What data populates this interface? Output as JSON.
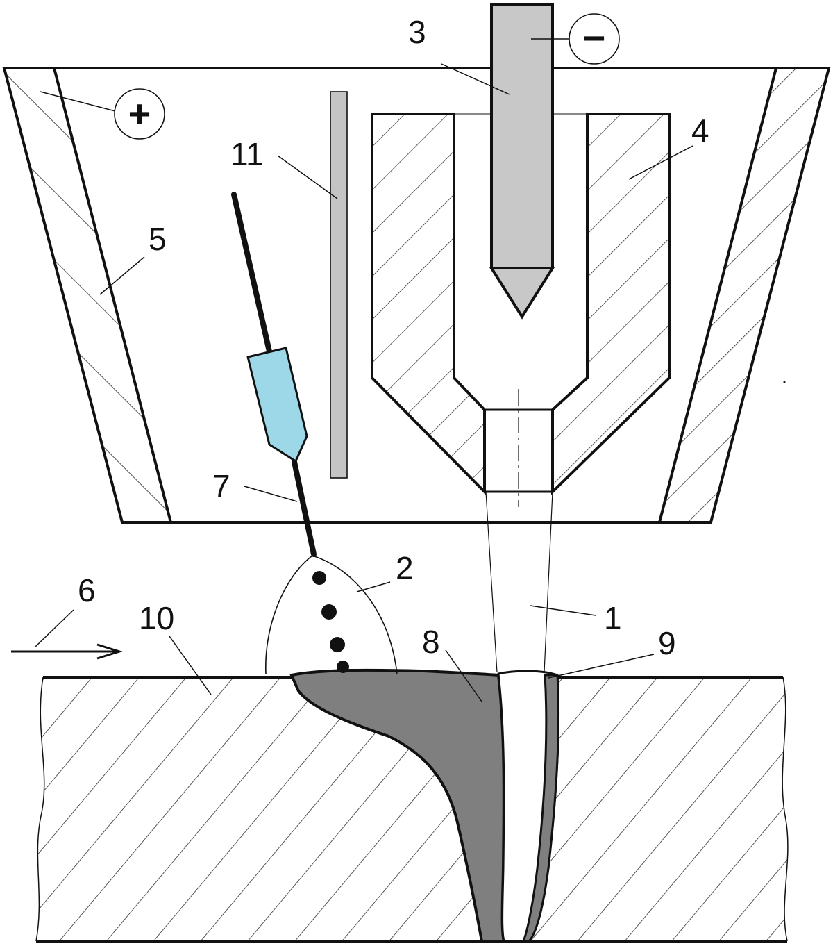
{
  "labels": {
    "l1": "1",
    "l2": "2",
    "l3": "3",
    "l4": "4",
    "l5": "5",
    "l6": "6",
    "l7": "7",
    "l8": "8",
    "l9": "9",
    "l10": "10",
    "l11": "11"
  },
  "polarity": {
    "anode": "+",
    "cathode": "−"
  },
  "colors": {
    "electrode": "#c8c8c8",
    "filler_guide": "#9cd8e8",
    "weld_pool": "#7f7f7f",
    "plate_11": "#c4c4c4",
    "line": "#111111"
  }
}
